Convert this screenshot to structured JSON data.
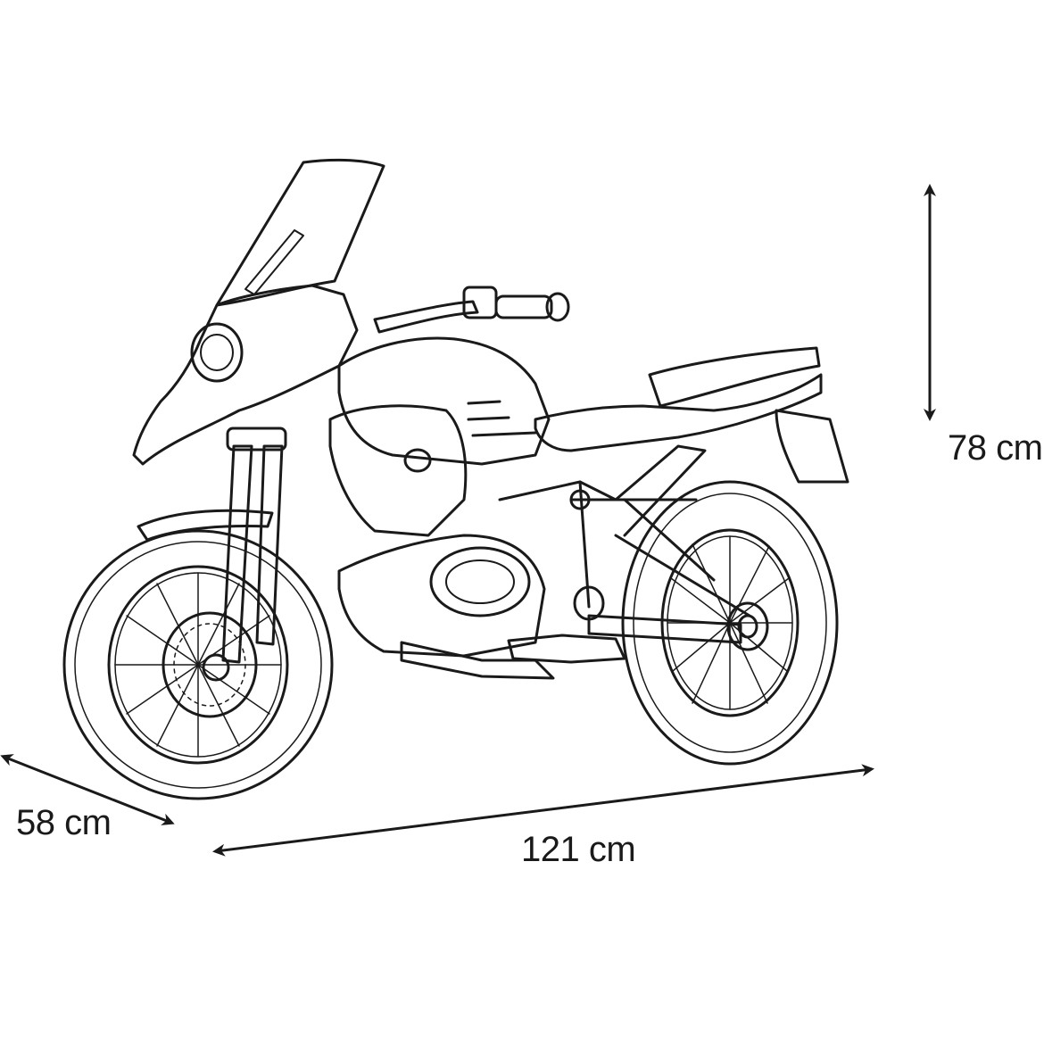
{
  "dimensions": {
    "height": "78 cm",
    "width": "58 cm",
    "length": "121 cm"
  },
  "colors": {
    "line": "#1a1a1a",
    "background": "#ffffff"
  }
}
